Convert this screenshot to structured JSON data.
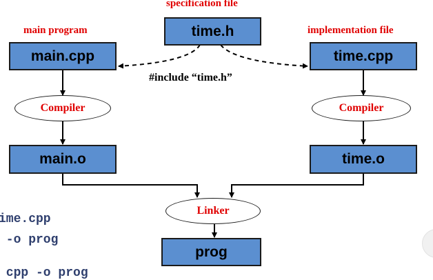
{
  "labels": {
    "spec": "specification file",
    "main_program": "main program",
    "implementation": "implementation file",
    "include": "#include “time.h”"
  },
  "boxes": {
    "time_h": "time.h",
    "main_cpp": "main.cpp",
    "time_cpp": "time.cpp",
    "main_o": "main.o",
    "time_o": "time.o",
    "prog": "prog"
  },
  "ellipses": {
    "compiler_left": "Compiler",
    "compiler_right": "Compiler",
    "linker": "Linker"
  },
  "code_lines": {
    "line1": "ime.cpp",
    "line2": " -o prog",
    "line3": " cpp -o prog"
  },
  "colors": {
    "box_fill": "#5b8fd0",
    "label_red": "#e00000",
    "code_navy": "#2f3f6e"
  }
}
